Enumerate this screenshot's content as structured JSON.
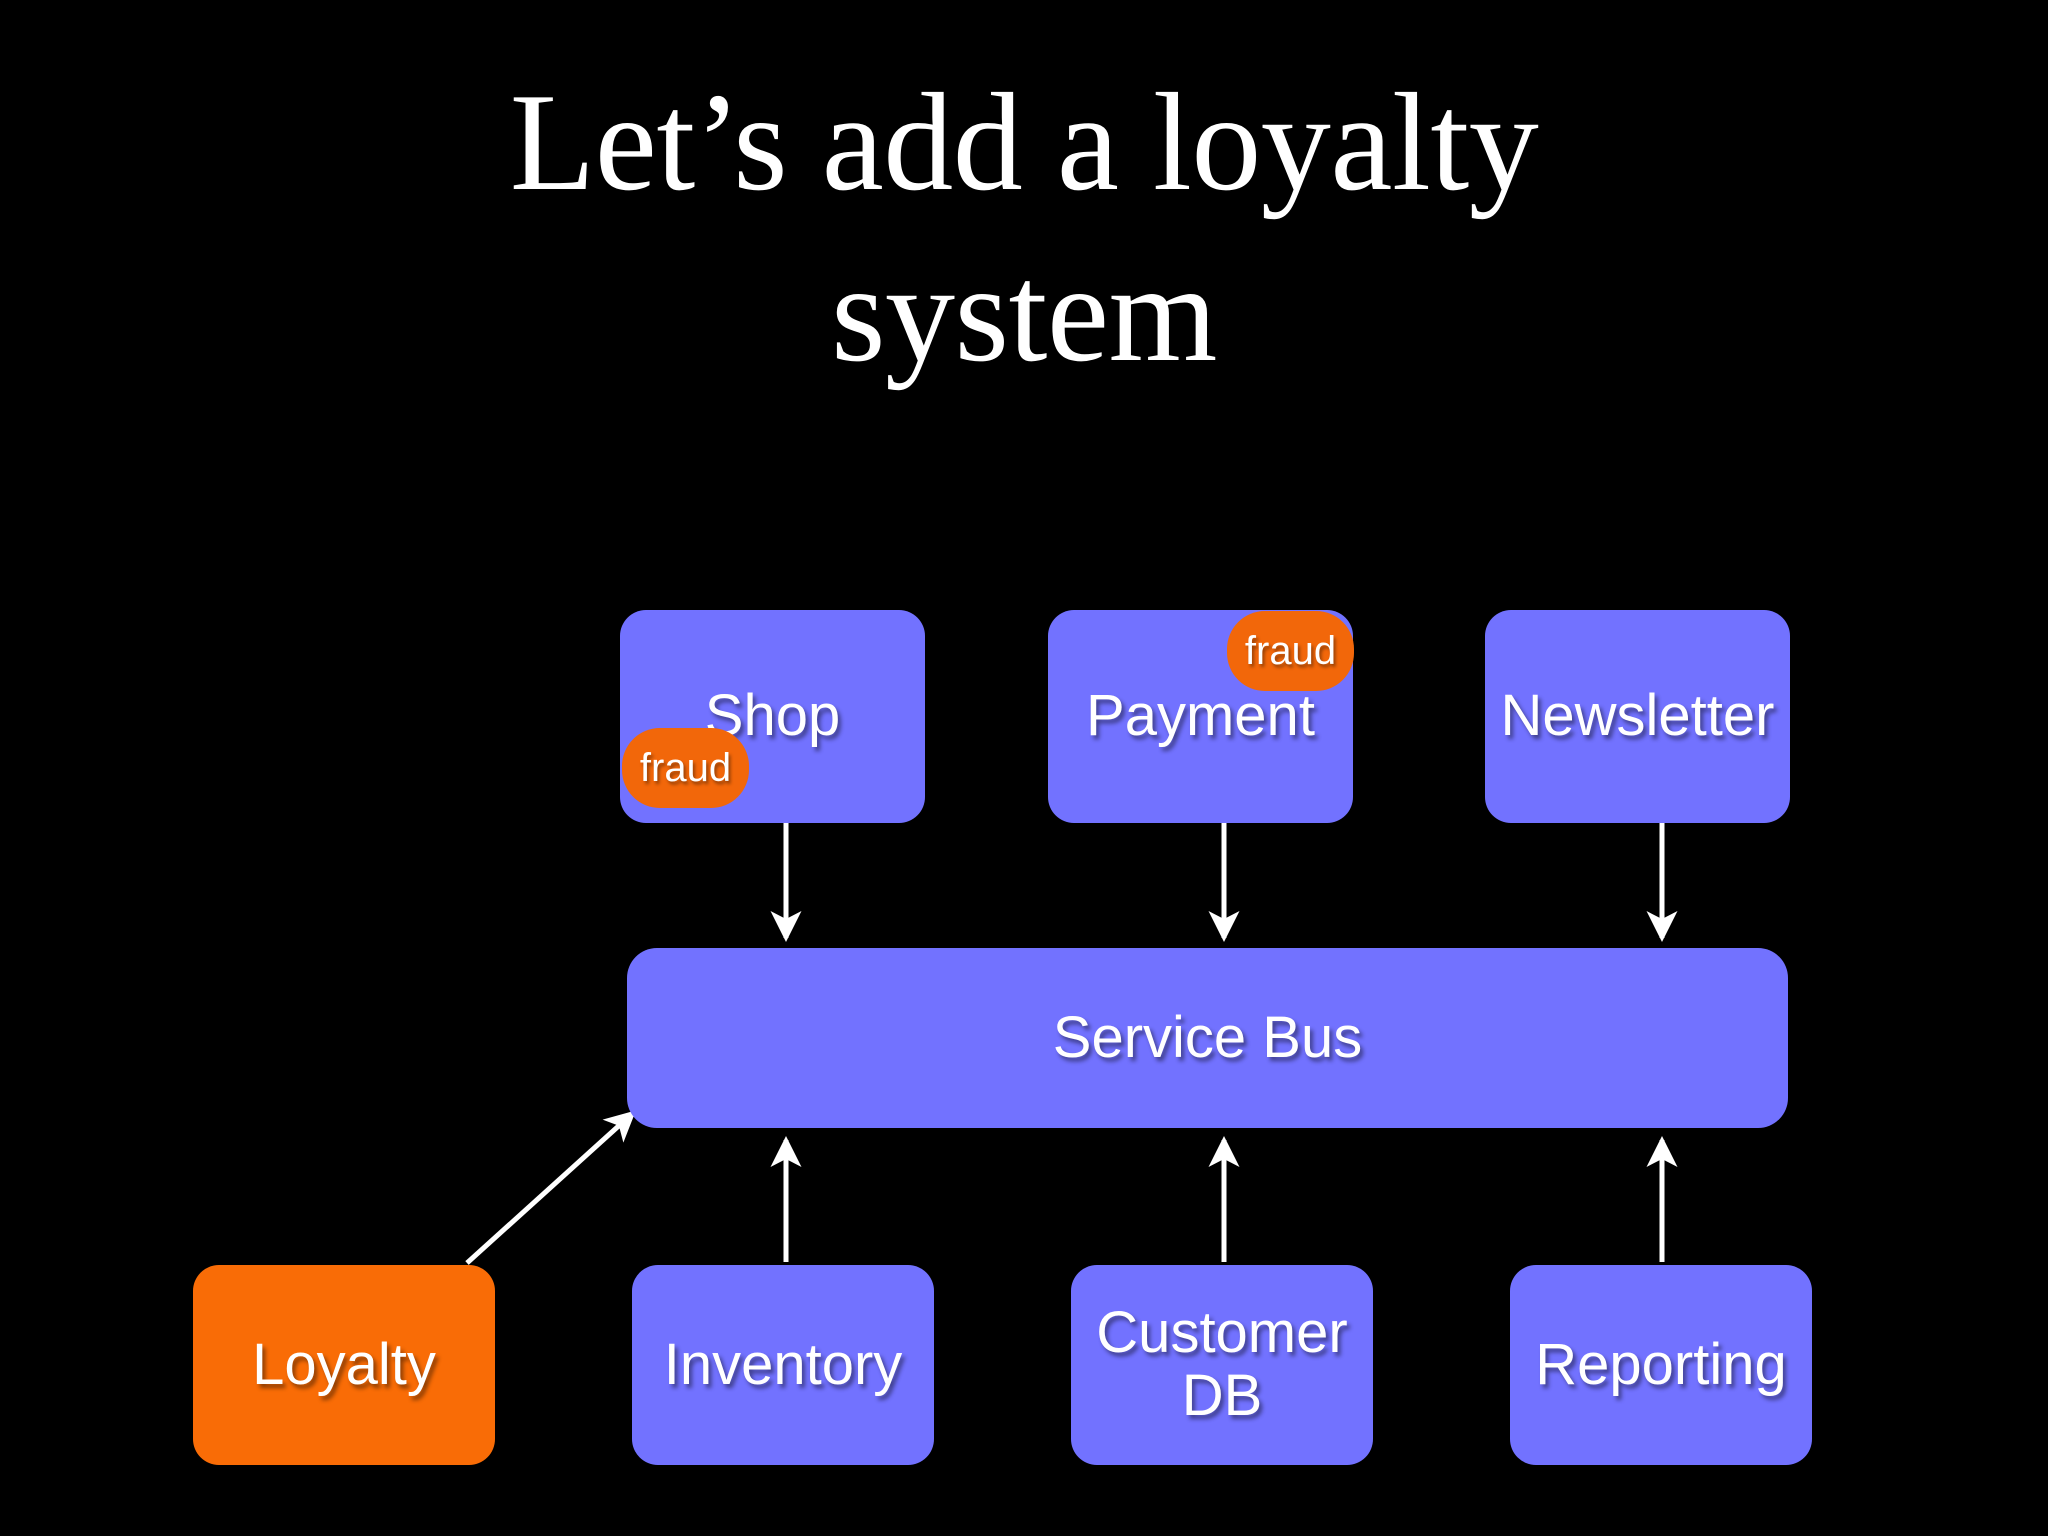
{
  "slide": {
    "background_color": "#000000",
    "title": "Let’s add a loyalty\nsystem"
  },
  "palette": {
    "node_purple": "#7272ff",
    "node_orange": "#f96c06",
    "badge_orange": "#f2670a",
    "text": "#ffffff",
    "connector": "#ffffff",
    "background": "#000000"
  },
  "diagram": {
    "type": "architecture-flow",
    "hub": {
      "label": "Service Bus",
      "color": "#7272ff"
    },
    "producers": [
      {
        "label": "Shop",
        "color": "#7272ff",
        "badge": "fraud",
        "badge_position": "bottom-left"
      },
      {
        "label": "Payment",
        "color": "#7272ff",
        "badge": "fraud",
        "badge_position": "top-right"
      },
      {
        "label": "Newsletter",
        "color": "#7272ff",
        "badge": null,
        "badge_position": null
      }
    ],
    "consumers": [
      {
        "label": "Loyalty",
        "color": "#f96c06",
        "highlight": true
      },
      {
        "label": "Inventory",
        "color": "#7272ff",
        "highlight": false
      },
      {
        "label": "Customer\nDB",
        "color": "#7272ff",
        "highlight": false
      },
      {
        "label": "Reporting",
        "color": "#7272ff",
        "highlight": false
      }
    ],
    "edges": [
      {
        "from": "Shop",
        "to": "Service Bus",
        "direction": "down",
        "style": "arrow"
      },
      {
        "from": "Payment",
        "to": "Service Bus",
        "direction": "down",
        "style": "arrow"
      },
      {
        "from": "Newsletter",
        "to": "Service Bus",
        "direction": "down",
        "style": "arrow"
      },
      {
        "from": "Loyalty",
        "to": "Service Bus",
        "direction": "diagonal",
        "style": "arrow"
      },
      {
        "from": "Inventory",
        "to": "Service Bus",
        "direction": "up",
        "style": "arrow"
      },
      {
        "from": "Customer DB",
        "to": "Service Bus",
        "direction": "up",
        "style": "arrow"
      },
      {
        "from": "Reporting",
        "to": "Service Bus",
        "direction": "up",
        "style": "arrow"
      }
    ]
  },
  "labels": {
    "shop": "Shop",
    "payment": "Payment",
    "newsletter": "Newsletter",
    "service_bus": "Service Bus",
    "loyalty": "Loyalty",
    "inventory": "Inventory",
    "customer_db": "Customer\nDB",
    "reporting": "Reporting",
    "fraud_shop": "fraud",
    "fraud_payment": "fraud"
  }
}
